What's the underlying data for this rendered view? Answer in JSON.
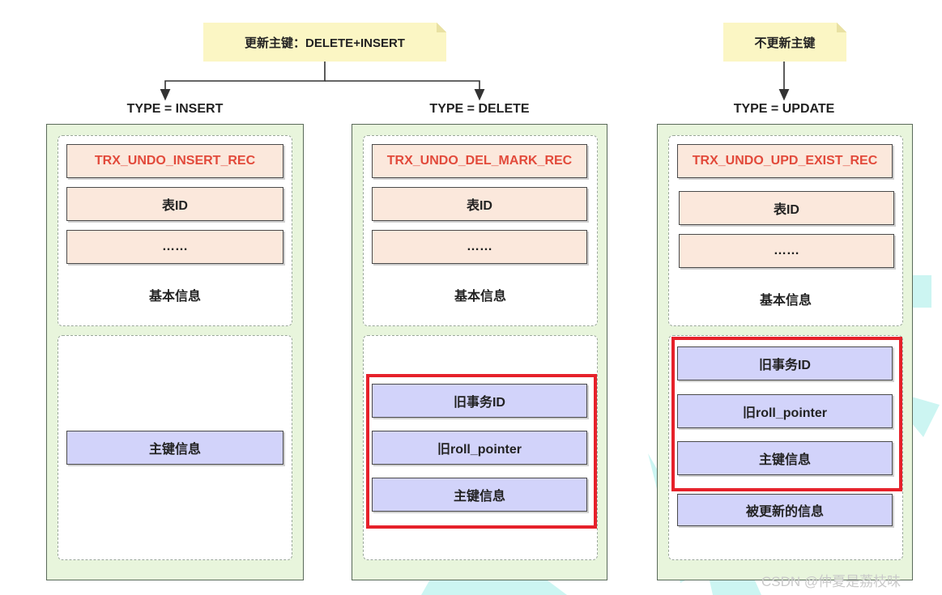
{
  "notes": {
    "pk_update": "更新主键：DELETE+INSERT",
    "no_pk_update": "不更新主键"
  },
  "columns": [
    {
      "type_label": "TYPE = INSERT",
      "record_name": "TRX_UNDO_INSERT_REC",
      "table_id": "表ID",
      "ellipsis": "……",
      "basic_info": "基本信息",
      "primary_key_info": "主键信息"
    },
    {
      "type_label": "TYPE = DELETE",
      "record_name": "TRX_UNDO_DEL_MARK_REC",
      "table_id": "表ID",
      "ellipsis": "……",
      "basic_info": "基本信息",
      "old_trx_id": "旧事务ID",
      "old_roll_pointer": "旧roll_pointer",
      "primary_key_info": "主键信息"
    },
    {
      "type_label": "TYPE = UPDATE",
      "record_name": "TRX_UNDO_UPD_EXIST_REC",
      "table_id": "表ID",
      "ellipsis": "……",
      "basic_info": "基本信息",
      "old_trx_id": "旧事务ID",
      "old_roll_pointer": "旧roll_pointer",
      "primary_key_info": "主键信息",
      "updated_info": "被更新的信息"
    }
  ],
  "watermark": "CSDN @仲夏是荔枝味",
  "colors": {
    "note_bg": "#fbf6c4",
    "panel_bg": "#e8f5dc",
    "header_field_bg": "#fbe8dc",
    "key_field_bg": "#d2d3fa",
    "record_name_text": "#e24a3b",
    "highlight_border": "#e6212a"
  }
}
